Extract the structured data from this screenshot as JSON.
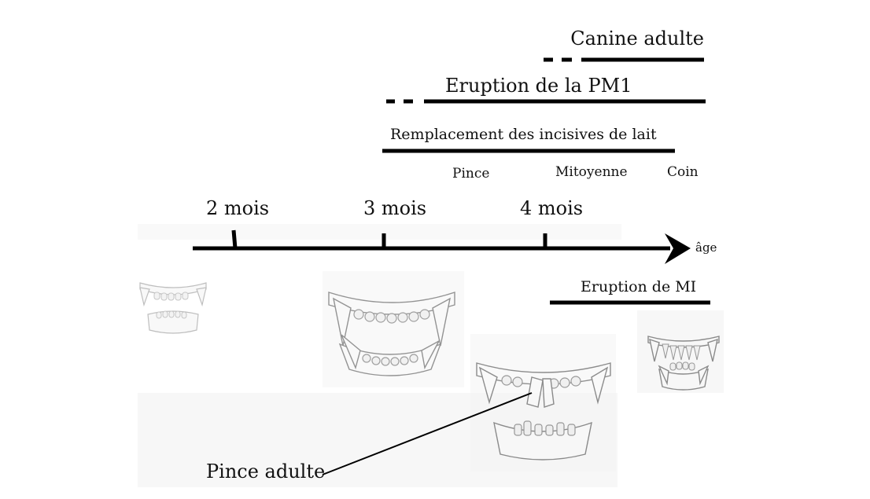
{
  "timeline": {
    "axis_label": "âge",
    "ticks": [
      {
        "label": "2 mois"
      },
      {
        "label": "3 mois"
      },
      {
        "label": "4 mois"
      }
    ]
  },
  "events": {
    "canine": "Canine adulte",
    "pm1": "Eruption de la PM1",
    "incisives": "Remplacement des incisives de lait",
    "pince": "Pince",
    "mitoyenne": "Mitoyenne",
    "coin": "Coin",
    "mi": "Eruption de MI"
  },
  "annotation": {
    "pince_adulte": "Pince adulte"
  },
  "illustrations": [
    {
      "icon": "teeth-2-months-icon"
    },
    {
      "icon": "teeth-3-months-icon"
    },
    {
      "icon": "teeth-4-months-icon"
    },
    {
      "icon": "teeth-adult-icon"
    }
  ]
}
